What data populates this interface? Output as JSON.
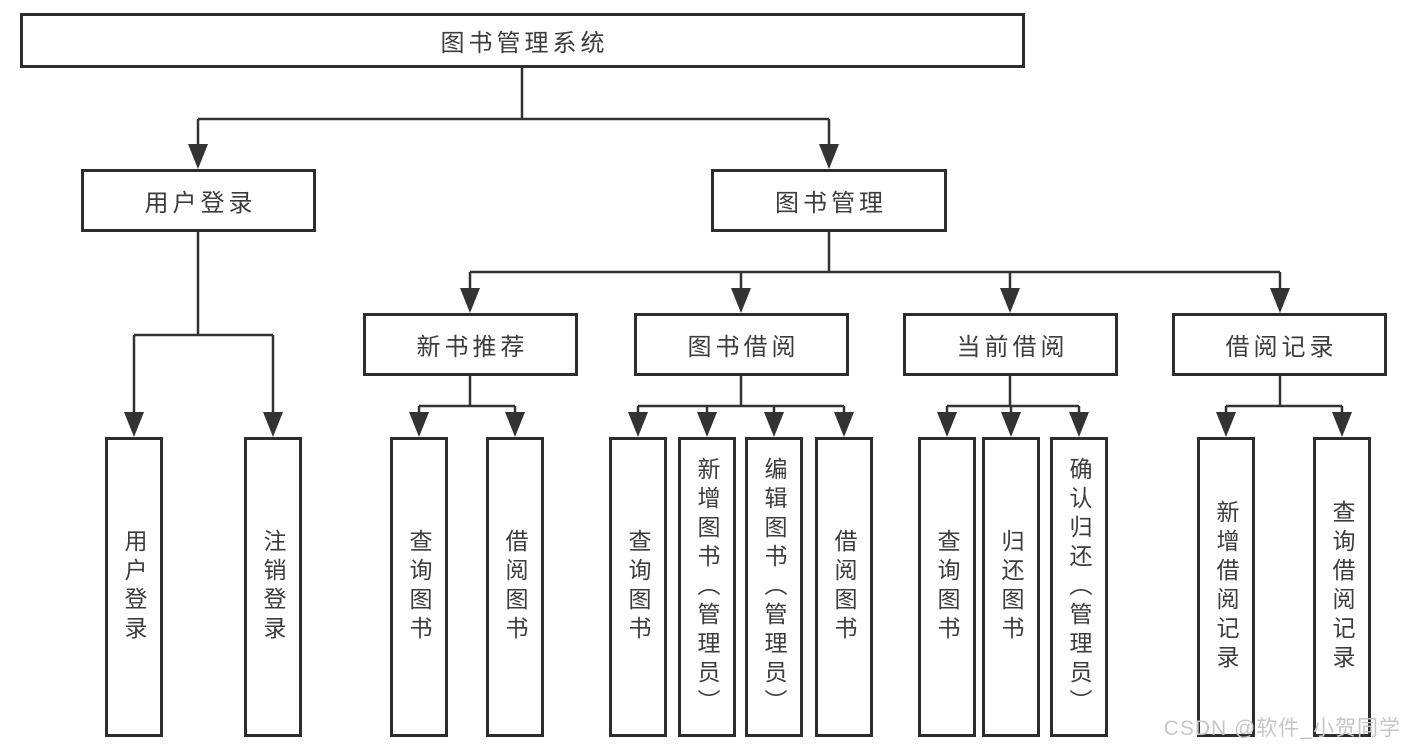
{
  "colors": {
    "line": "#333333",
    "border": "#2d2d2d",
    "text": "#3c3c3c",
    "box_bg": "#ffffff",
    "background": "#ffffff",
    "watermark": "#c6c6c6"
  },
  "watermark": "CSDN @软件_小贺同学",
  "tree": {
    "root": "图书管理系统",
    "branches": [
      {
        "label": "用户登录",
        "children": [
          "用户登录",
          "注销登录"
        ]
      },
      {
        "label": "图书管理",
        "children": [
          {
            "label": "新书推荐",
            "children": [
              "查询图书",
              "借阅图书"
            ]
          },
          {
            "label": "图书借阅",
            "children": [
              "查询图书",
              "新增图书（管理员）",
              "编辑图书（管理员）",
              "借阅图书"
            ]
          },
          {
            "label": "当前借阅",
            "children": [
              "查询图书",
              "归还图书",
              "确认归还（管理员）"
            ]
          },
          {
            "label": "借阅记录",
            "children": [
              "新增借阅记录",
              "查询借阅记录"
            ]
          }
        ]
      }
    ]
  }
}
